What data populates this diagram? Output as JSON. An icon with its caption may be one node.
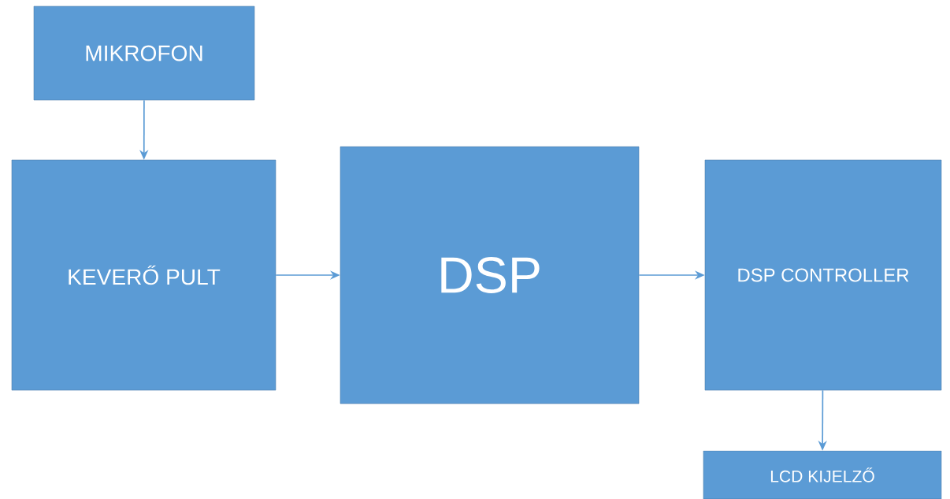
{
  "diagram": {
    "nodes": [
      {
        "text": [
          "MIKROFON"
        ]
      },
      {
        "text": [
          "KEVERŐ PULT"
        ]
      },
      {
        "text": [
          "DSP"
        ]
      },
      {
        "text": [
          "DSP CONTROLLER"
        ]
      },
      {
        "text": [
          "LCD KIJELZŐ"
        ]
      }
    ],
    "edges": [
      {
        "from": 0,
        "to": 1,
        "arrow": "to"
      },
      {
        "from": 1,
        "to": 2,
        "arrow": "to"
      },
      {
        "from": 2,
        "to": 3,
        "arrow": "to"
      },
      {
        "from": 3,
        "to": 4,
        "arrow": "to"
      }
    ]
  }
}
